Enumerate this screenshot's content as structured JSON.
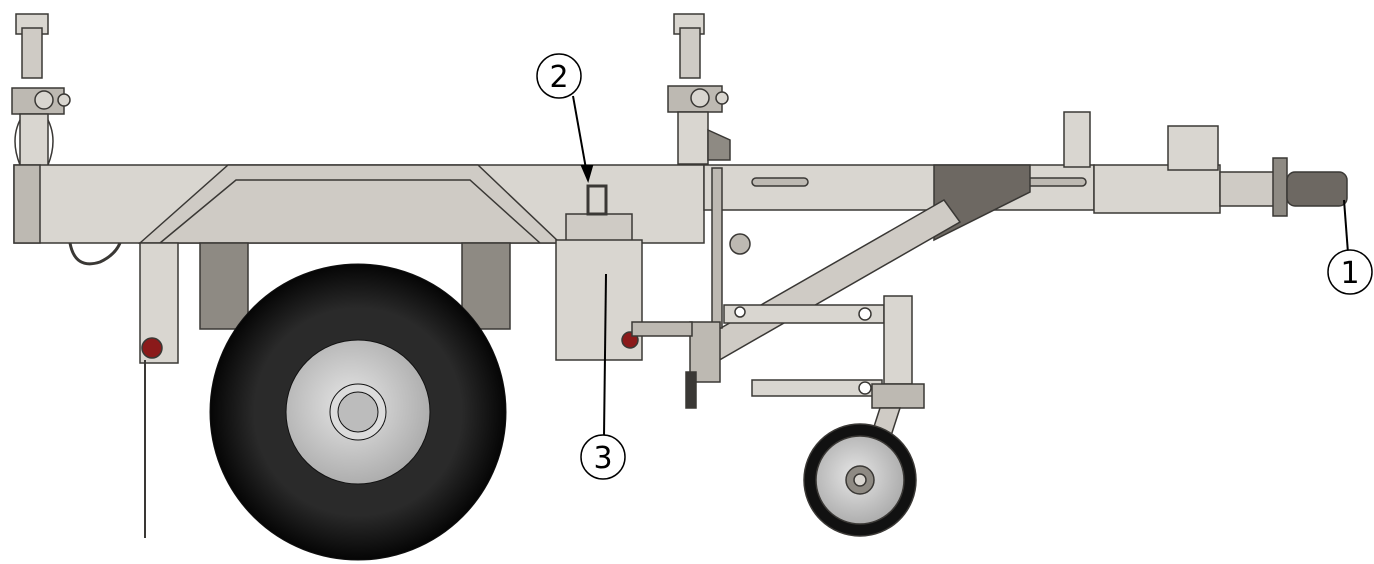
{
  "callouts": [
    {
      "id": "1",
      "label": "1"
    },
    {
      "id": "2",
      "label": "2"
    },
    {
      "id": "3",
      "label": "3"
    }
  ],
  "colors": {
    "frame": "#d9d6d0",
    "frame_shade": "#bdb9b2",
    "frame_dark": "#8e8a83",
    "plate_dark": "#6d6862",
    "tire": "#111111",
    "rim": "#c9c9c9",
    "line": "#3a3835"
  }
}
